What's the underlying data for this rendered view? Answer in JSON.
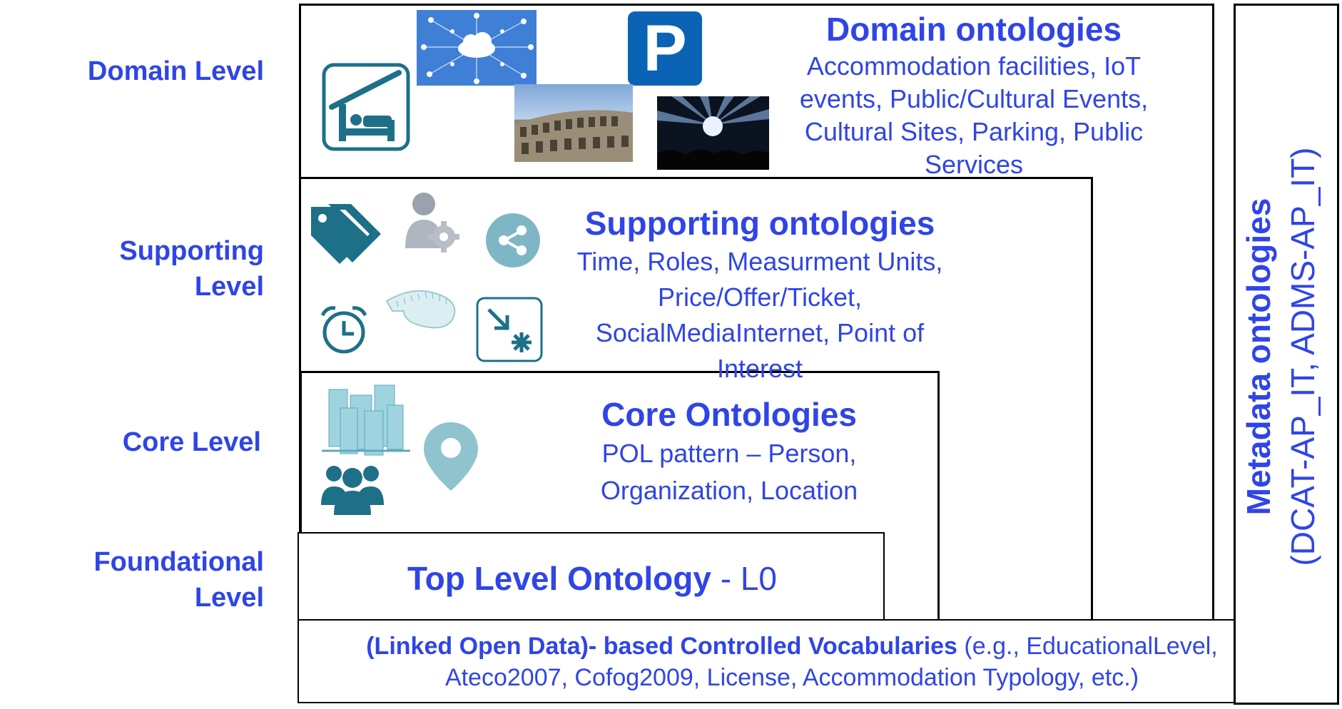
{
  "levels": {
    "domain": "Domain Level",
    "supporting": "Supporting Level",
    "core": "Core Level",
    "foundational": "Foundational Level"
  },
  "domain": {
    "title": "Domain ontologies",
    "description": "Accommodation facilities, IoT events, Public/Cultural Events, Cultural Sites, Parking, Public Services",
    "parking_sign": "P"
  },
  "supporting": {
    "title": "Supporting ontologies",
    "description": "Time, Roles, Measurment Units, Price/Offer/Ticket, SocialMediaInternet, Point of Interest"
  },
  "core": {
    "title": "Core Ontologies",
    "description": "POL pattern – Person, Organization, Location"
  },
  "top": {
    "title_bold": "Top Level Ontology",
    "title_rest": " - L0"
  },
  "vocabularies": {
    "bold": "(Linked Open Data)- based Controlled Vocabularies",
    "rest": " (e.g., EducationalLevel, Ateco2007, Cofog2009, License, Accommodation Typology, etc.)"
  },
  "metadata": {
    "title": "Metadata ontologies",
    "subtitle": "(DCAT-AP_IT, ADMS-AP_IT)"
  },
  "colors": {
    "accent": "#2f45e6",
    "icon_teal": "#1e7088",
    "icon_light": "#7fb6c6"
  },
  "icons": [
    "hotel-bed-icon",
    "cloud-network-icon",
    "parking-sign-icon",
    "colosseum-photo",
    "concert-photo",
    "tag-icon",
    "user-gear-icon",
    "share-icon",
    "alarm-clock-icon",
    "measuring-tape-icon",
    "arrow-asterisk-icon",
    "buildings-icon",
    "location-pin-icon",
    "people-group-icon"
  ]
}
